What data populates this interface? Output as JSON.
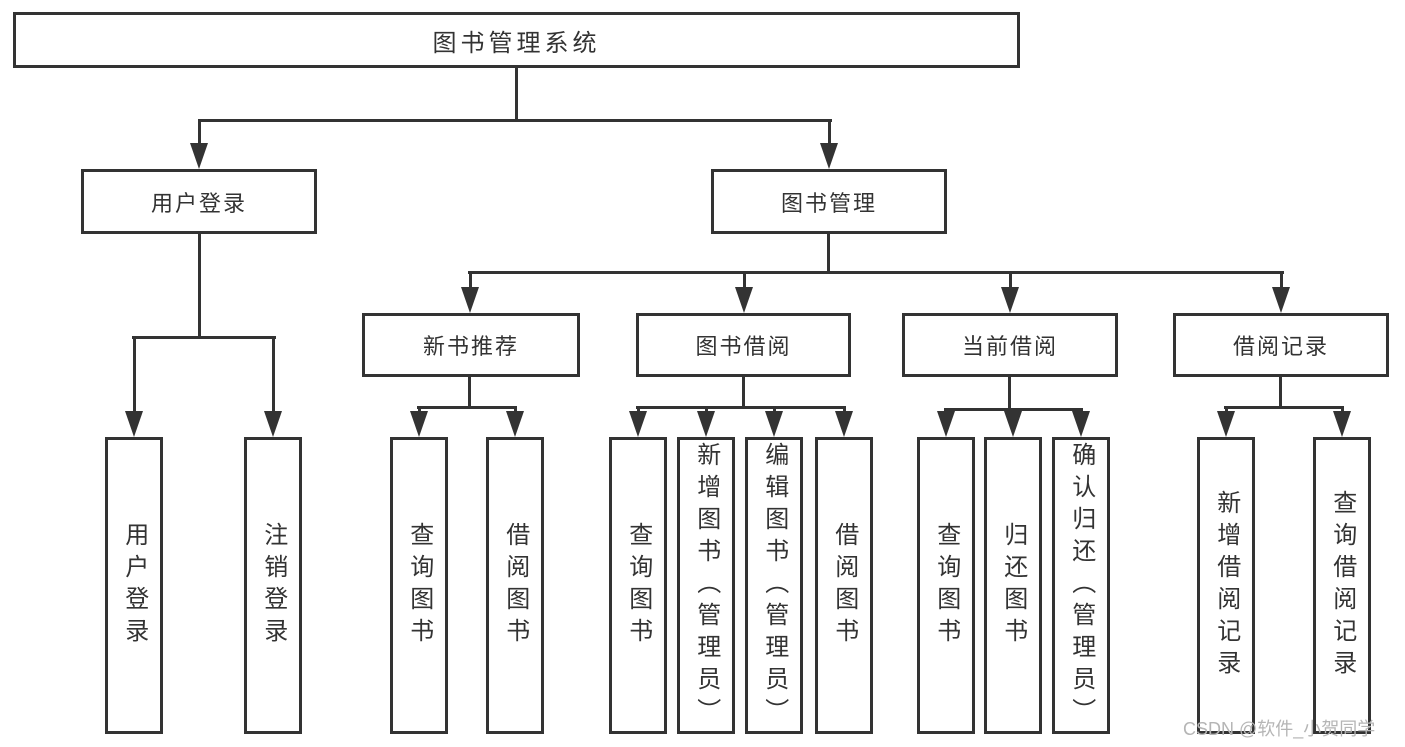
{
  "diagram": {
    "root": {
      "label": "图书管理系统"
    },
    "branches": [
      {
        "label": "用户登录",
        "children": [
          "用户登录",
          "注销登录"
        ]
      },
      {
        "label": "图书管理",
        "sections": [
          {
            "label": "新书推荐",
            "children": [
              "查询图书",
              "借阅图书"
            ]
          },
          {
            "label": "图书借阅",
            "children": [
              "查询图书",
              "新增图书（管理员）",
              "编辑图书（管理员）",
              "借阅图书"
            ]
          },
          {
            "label": "当前借阅",
            "children": [
              "查询图书",
              "归还图书",
              "确认归还（管理员）"
            ]
          },
          {
            "label": "借阅记录",
            "children": [
              "新增借阅记录",
              "查询借阅记录"
            ]
          }
        ]
      }
    ]
  },
  "watermark": {
    "text": "CSDN @软件_小贺同学"
  },
  "colors": {
    "line": "#333333",
    "text": "#333333",
    "watermark": "#b5b5b5",
    "background": "#ffffff"
  }
}
